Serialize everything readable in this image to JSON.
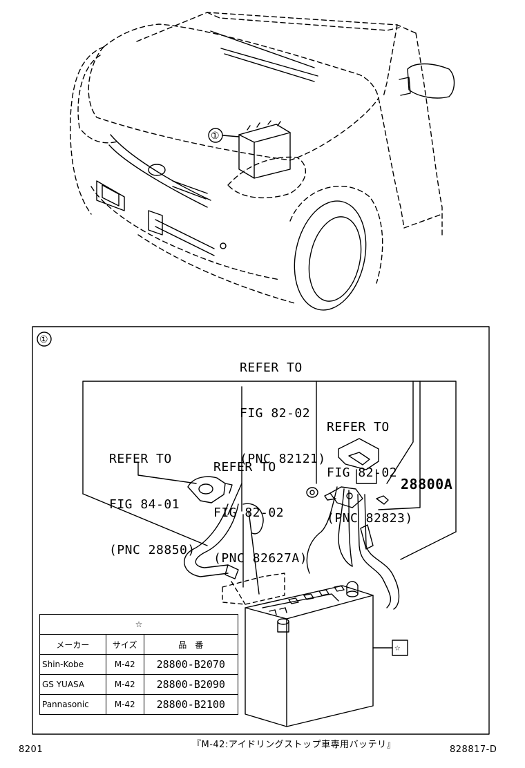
{
  "callout_number": "①",
  "callouts": [
    {
      "lines": [
        "REFER TO",
        "FIG 82-02",
        "(PNC 82121)"
      ]
    },
    {
      "lines": [
        "REFER TO",
        "FIG 82-02",
        "(PNC 82823)"
      ]
    },
    {
      "lines": [
        "REFER TO",
        "FIG 84-01",
        "(PNC 28850)"
      ]
    },
    {
      "lines": [
        "REFER TO",
        "FIG 82-02",
        "(PNC 82627A)"
      ]
    }
  ],
  "part_number": "28800A",
  "star_symbol": "☆",
  "table": {
    "title": "☆",
    "headers": [
      "メーカー",
      "サイズ",
      "品　番"
    ],
    "rows": [
      [
        "Shin-Kobe",
        "M-42",
        "28800-B2070"
      ],
      [
        "GS YUASA",
        "M-42",
        "28800-B2090"
      ],
      [
        "Pannasonic",
        "M-42",
        "28800-B2100"
      ]
    ]
  },
  "footer": {
    "left": "8201",
    "center": "『M-42:アイドリングストップ車専用バッテリ』",
    "right": "828817-D"
  }
}
